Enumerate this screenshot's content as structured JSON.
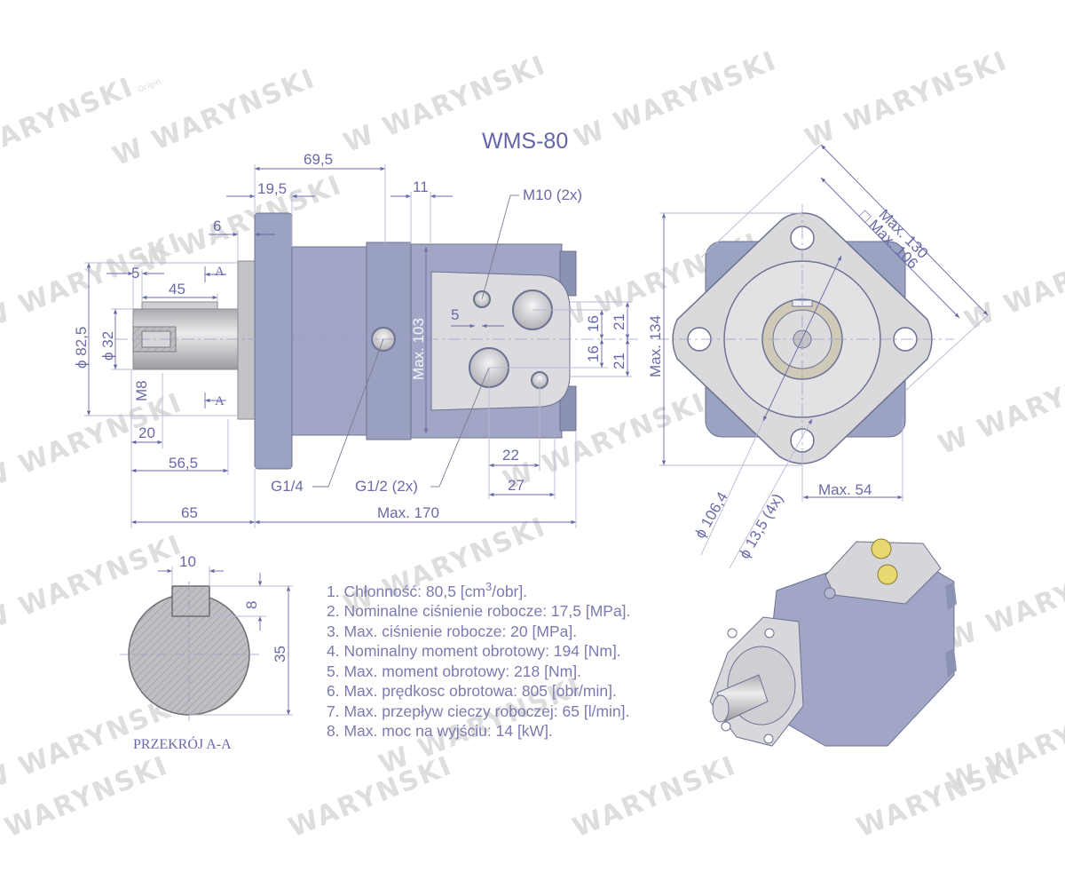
{
  "title": "WMS-80",
  "watermark": {
    "brand": "WARYNSKI",
    "sub": "Origin"
  },
  "side_view": {
    "dimensions": {
      "d69_5": "69,5",
      "d19_5": "19,5",
      "d11": "11",
      "d6": "6",
      "d5_top": "5",
      "d45": "45",
      "section_mark_top": "A",
      "section_mark_bottom": "A",
      "dia_82_5": "ϕ 82,5",
      "dia_32": "ϕ 32",
      "m8": "M8",
      "d20": "20",
      "d56_5": "56,5",
      "d65": "65",
      "max170": "Max.  170",
      "max103": "Max. 103",
      "d5_mid": "5",
      "d16_a": "16",
      "d16_b": "16",
      "d21_a": "21",
      "d21_b": "21",
      "d22": "22",
      "d27": "27"
    },
    "callouts": {
      "m10": "M10 (2x)",
      "g14": "G1/4",
      "g12": "G1/2 (2x)"
    }
  },
  "front_view": {
    "dimensions": {
      "max130": "Max.  130",
      "sq_max106": "□ Max. 106",
      "max134": "Max.  134",
      "dia_106_4": "ϕ 106,4",
      "dia_13_5": "ϕ 13,5 (4x)",
      "max54": "Max.  54"
    }
  },
  "section_view": {
    "label": "PRZEKRÓJ A-A",
    "dimensions": {
      "key_width": "10",
      "key_height": "8",
      "height": "35"
    }
  },
  "specs": [
    {
      "prefix": "1. Chłonność: 80,5 [cm",
      "sup": "3",
      "suffix": "/obr]."
    },
    {
      "text": "2. Nominalne ciśnienie robocze: 17,5 [MPa]."
    },
    {
      "text": "3. Max. ciśnienie robocze: 20 [MPa]."
    },
    {
      "text": "4. Nominalny moment obrotowy: 194 [Nm]."
    },
    {
      "text": "5. Max. moment obrotowy: 218 [Nm]."
    },
    {
      "text": "6. Max. prędkosc obrotowa: 805 [obr/min]."
    },
    {
      "text": "7. Max. przepływ cieczy roboczej: 65 [l/min]."
    },
    {
      "text": "8. Max. moc na wyjściu: 14 [kW]."
    }
  ],
  "colors": {
    "dimension": "#6a6aa8",
    "body": "#9a9fc0",
    "body_dark": "#7e84a8",
    "plate": "#d8d8dc",
    "shaft": "#c9c9cc",
    "bolt": "#e8d870",
    "watermark": "#d9d9d9"
  }
}
